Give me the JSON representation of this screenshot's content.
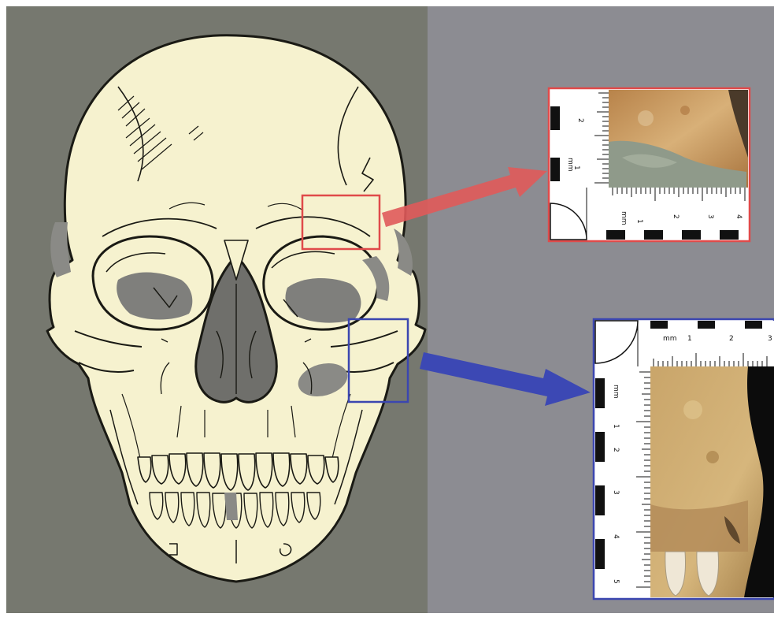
{
  "colors": {
    "left_panel": "#76786f",
    "right_panel": "#8c8c92",
    "skull_fill": "#f6f2cf",
    "skull_line": "#1a1a14",
    "shadow": "#7f7f7c",
    "highlight_upper": "#e04a4a",
    "highlight_lower": "#3b46b0",
    "bone_photo": "#c9a56a"
  },
  "callouts": [
    {
      "id": "upper",
      "region": "lateral orbital rim",
      "color": "#e04a4a",
      "photo_icon": "bone-photo-icon"
    },
    {
      "id": "lower",
      "region": "zygomatic bone",
      "color": "#3b46b0",
      "photo_icon": "bone-photo-icon"
    }
  ],
  "rulers": {
    "upper_horizontal": [
      "1",
      "2",
      "3",
      "4"
    ],
    "upper_vertical": [
      "1",
      "2"
    ],
    "lower_horizontal": [
      "1",
      "2",
      "3"
    ],
    "lower_vertical": [
      "1",
      "2",
      "3",
      "4",
      "5"
    ],
    "unit_marks": [
      "mm",
      "mm",
      "mm",
      "mm"
    ]
  }
}
